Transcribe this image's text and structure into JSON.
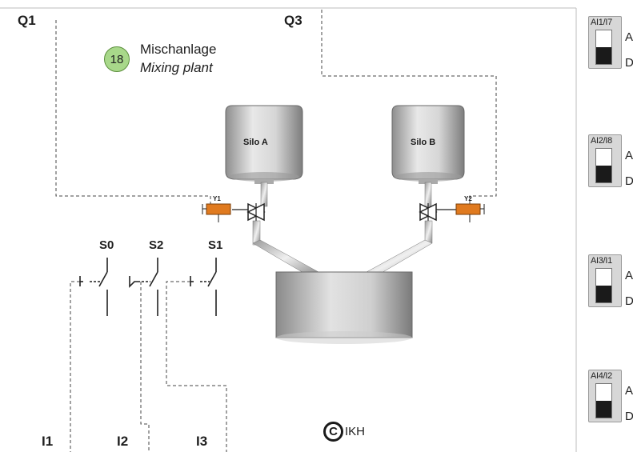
{
  "title": {
    "badge": "18",
    "german": "Mischanlage",
    "english": "Mixing plant"
  },
  "outputs": {
    "q1": "Q1",
    "q3": "Q3"
  },
  "inputs": {
    "i1": "I1",
    "i2": "I2",
    "i3": "I3"
  },
  "switches": {
    "s0": "S0",
    "s2": "S2",
    "s1": "S1"
  },
  "silos": {
    "a": "Silo A",
    "b": "Silo B"
  },
  "valves": {
    "y1": "Y1",
    "y2": "Y2"
  },
  "analog_inputs": [
    {
      "tag": "AI1/I7",
      "a": "A",
      "d": "D"
    },
    {
      "tag": "AI2/I8",
      "a": "A",
      "d": "D"
    },
    {
      "tag": "AI3/I1",
      "a": "A",
      "d": "D"
    },
    {
      "tag": "AI4/I2",
      "a": "A",
      "d": "D"
    }
  ],
  "copyright": {
    "symbol": "C",
    "text": "IKH"
  },
  "colors": {
    "badge": "#a8d88a",
    "valve_actuator": "#e07a1f",
    "silo": "#c4c4c4",
    "wire": "#444444"
  }
}
